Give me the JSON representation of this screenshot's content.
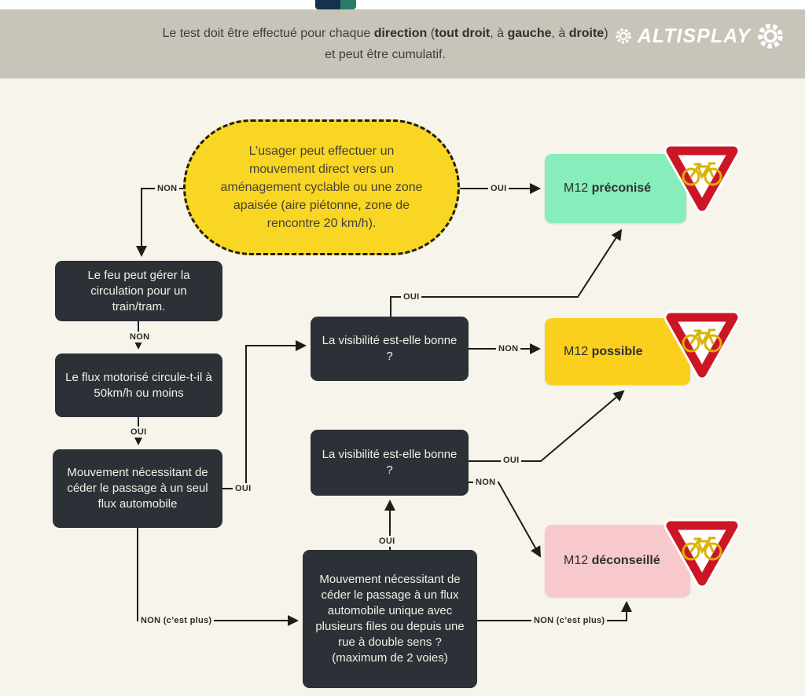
{
  "colors": {
    "background": "#f7f4ec",
    "header_band": "#c8c4ba",
    "node_dark": "#2b3137",
    "start_yellow": "#f9d623",
    "sign_red": "#cc1626",
    "bike_yellow": "#d9b300"
  },
  "header": {
    "line1_segments": [
      {
        "text": "Le test doit être effectué pour chaque ",
        "bold": false
      },
      {
        "text": "direction",
        "bold": true
      },
      {
        "text": " (",
        "bold": false
      },
      {
        "text": "tout droit",
        "bold": true
      },
      {
        "text": ", à ",
        "bold": false
      },
      {
        "text": "gauche",
        "bold": true
      },
      {
        "text": ", à ",
        "bold": false
      },
      {
        "text": "droite",
        "bold": true
      },
      {
        "text": ")",
        "bold": false
      }
    ],
    "line2": "et peut être cumulatif.",
    "logo_text": "ALTISPLAY"
  },
  "flowchart": {
    "start_node": {
      "text": "L’usager peut effectuer un mouvement direct vers un aménagement cyclable ou une zone apaisée (aire piétonne, zone de rencontre 20 km/h)."
    },
    "question_nodes": {
      "train_tram": "Le feu peut gérer la circulation pour un train/tram.",
      "flux_50kmh": "Le flux motorisé circule-t-il à 50km/h ou moins",
      "ceder_seul_flux": "Mouvement nécessitant de céder le passage à un seul flux automobile",
      "visibilite_1": "La visibilité est-elle bonne ?",
      "visibilite_2": "La visibilité est-elle bonne ?",
      "ceder_flux_multiple": "Mouvement nécessitant de céder le passage à un flux automobile unique avec plusieurs files ou depuis une rue à double sens ? (maximum de 2 voies)"
    },
    "results": {
      "preconise": {
        "prefix": "M12 ",
        "bold": "préconisé",
        "color": "#87edbb"
      },
      "possible": {
        "prefix": "M12 ",
        "bold": "possible",
        "color": "#fbcf1e"
      },
      "deconseille": {
        "prefix": "M12 ",
        "bold": "déconseillé",
        "color": "#f8c9cc"
      }
    },
    "edge_labels": {
      "start_non": "NON",
      "start_oui": "OUI",
      "train_non": "NON",
      "flux_oui": "OUI",
      "ceder_oui": "OUI",
      "vis1_oui": "OUI",
      "vis1_non": "NON",
      "vis2_oui": "OUI",
      "vis2_non": "NON",
      "multi_oui": "OUI",
      "ceder_non_plus": "NON (c’est plus)",
      "multi_non_plus": "NON (c’est plus)"
    }
  }
}
